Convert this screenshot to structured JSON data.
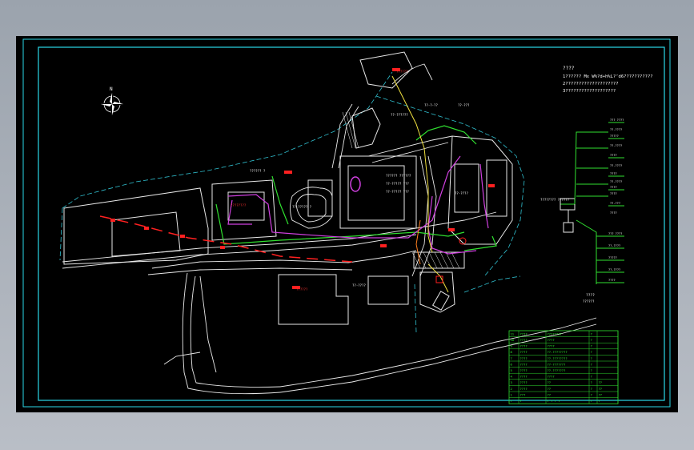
{
  "north_label": "N",
  "notes": {
    "title": "????",
    "line1": "1?????? Mx W%?d+h%L?’d6???????????",
    "line2": "2????????????????????",
    "line3": "3???????????????????"
  },
  "plan_labels": {
    "top_red": "??????",
    "top_right_1": "??-?-??",
    "top_right_2": "??-???",
    "main_1": "?????? ??????",
    "main_2": "??-????? ???",
    "main_3": "??-????? ???",
    "center_left": "??-????? ?",
    "left_building": "????????",
    "west_label": "?????? ?",
    "south_label": "??-????",
    "east_label": "??-????",
    "mid_label": "??-??????",
    "bottom_building": "??????"
  },
  "system_diagram": {
    "main_label": "???????? ??????",
    "caption_1": "????",
    "caption_2": "??????",
    "branches": [
      "??? ????",
      "??-????",
      "?????",
      "??-????",
      "????",
      "??-????",
      "????",
      "??-????",
      "????",
      "????",
      "??-???",
      "????"
    ]
  },
  "table": {
    "rows": [
      [
        "11",
        "????",
        "????????",
        "?",
        ""
      ],
      [
        "10",
        "????",
        "????",
        "?",
        ""
      ],
      [
        "9",
        "????",
        "????",
        "?",
        ""
      ],
      [
        "8",
        "????",
        "??-????????",
        "?",
        ""
      ],
      [
        "7",
        "????",
        "??-????????",
        "?",
        ""
      ],
      [
        "6",
        "????",
        "??-???????",
        "?",
        ""
      ],
      [
        "5",
        "????",
        "??-???????",
        "?",
        ""
      ],
      [
        "4",
        "????",
        "????",
        "?",
        ""
      ],
      [
        "3",
        "????",
        "??",
        "?",
        "??"
      ],
      [
        "2",
        "????",
        "??",
        "?",
        "??"
      ],
      [
        "1",
        "???",
        "??",
        "?",
        "??"
      ]
    ],
    "footer": [
      "?",
      "?",
      "? ? ? ?",
      "?",
      "?"
    ]
  },
  "colors": {
    "background": "#000000",
    "frame": "#2ad8e8",
    "road": "#e8e8e8",
    "cable_green": "#30e030",
    "cable_magenta": "#d040e0",
    "cable_yellow": "#f0e040",
    "marker_red": "#ff2020",
    "cyan_dash": "#30c0d0"
  }
}
